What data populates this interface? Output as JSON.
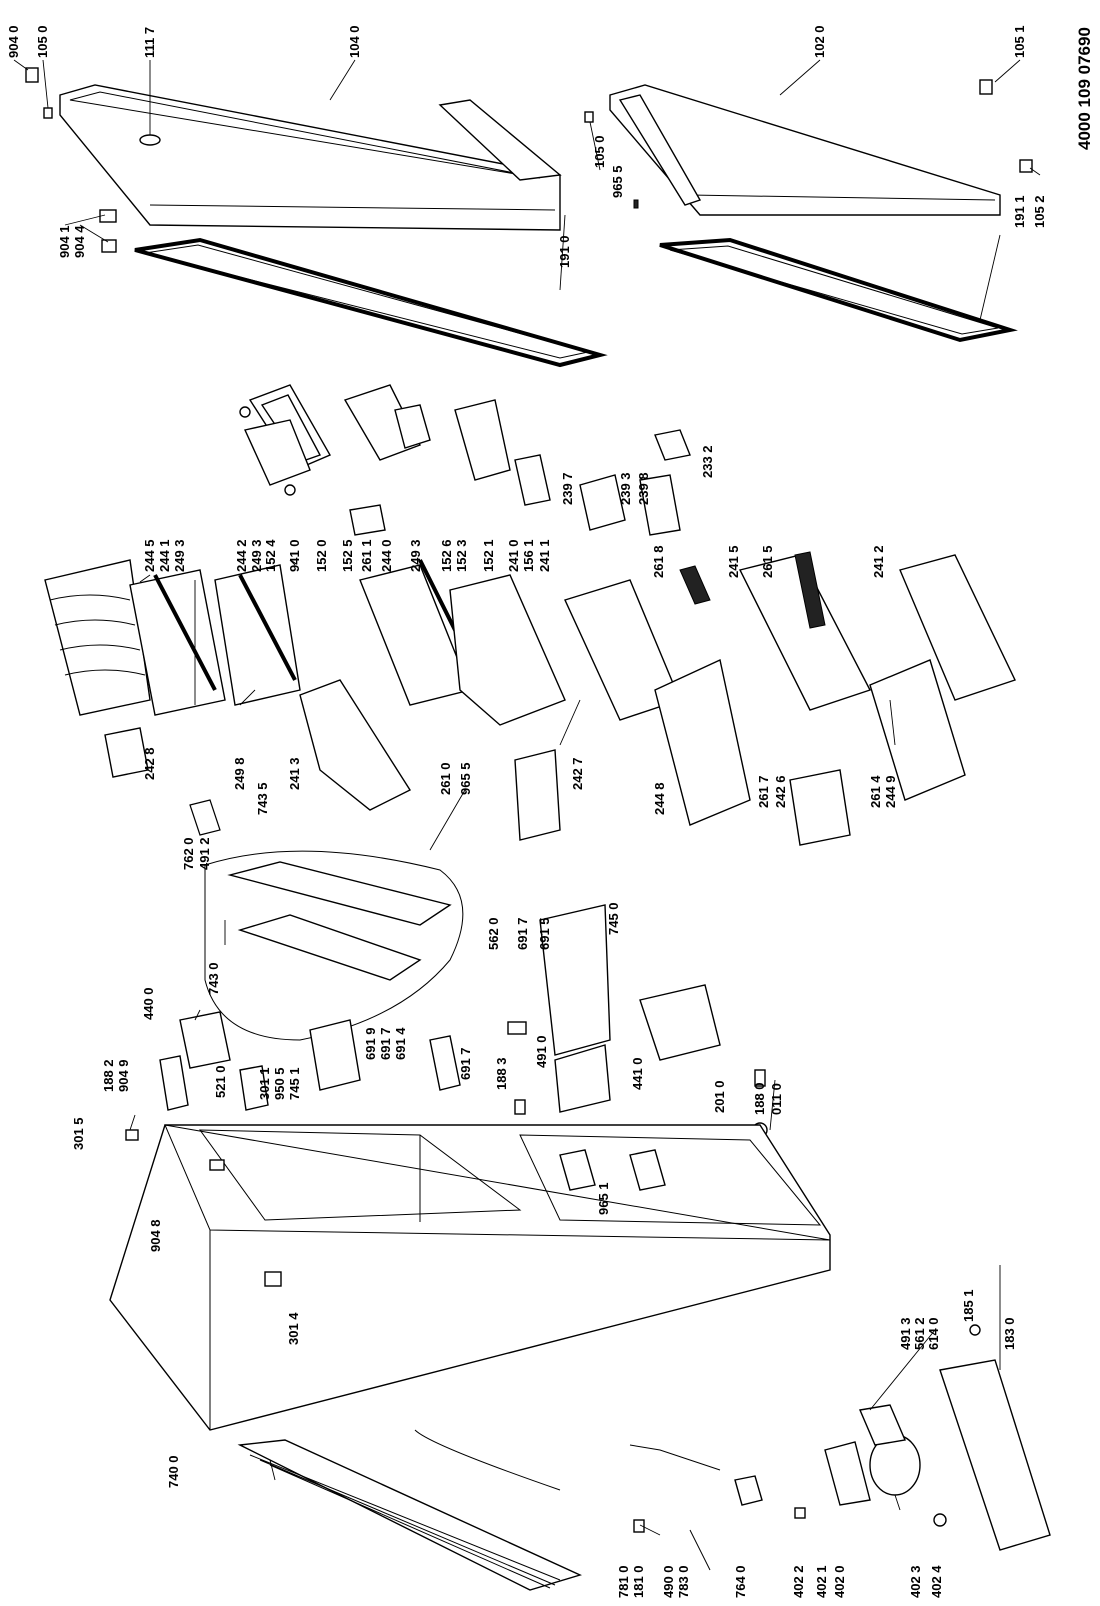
{
  "document_number": "4000 109 07690",
  "labels": {
    "p904_0": "904 0",
    "p105_0a": "105 0",
    "p111_7": "111 7",
    "p104_0": "104 0",
    "p102_0": "102 0",
    "p105_1": "105 1",
    "p105_0b": "105 0",
    "p965_5a": "965 5",
    "p191_1": "191 1",
    "p105_2": "105 2",
    "p904_1": "904 1",
    "p904_4": "904 4",
    "p191_0": "191 0",
    "p244_5": "244 5",
    "p244_1": "244 1",
    "p249_3a": "249 3",
    "p244_2": "244 2",
    "p249_3b": "249 3",
    "p152_4": "152 4",
    "p941_0": "941 0",
    "p152_0": "152 0",
    "p152_5": "152 5",
    "p261_1": "261 1",
    "p244_0": "244 0",
    "p249_3c": "249 3",
    "p152_6": "152 6",
    "p152_3": "152 3",
    "p152_1": "152 1",
    "p241_0": "241 0",
    "p156_1": "156 1",
    "p241_1": "241 1",
    "p239_7": "239 7",
    "p239_3": "239 3",
    "p239_8": "239 8",
    "p233_2": "233 2",
    "p261_8": "261 8",
    "p241_5": "241 5",
    "p261_5": "261 5",
    "p241_2": "241 2",
    "p242_8": "242 8",
    "p249_8": "249 8",
    "p241_3": "241 3",
    "p743_5": "743 5",
    "p261_0": "261 0",
    "p965_5b": "965 5",
    "p242_7": "242 7",
    "p244_8": "244 8",
    "p261_7": "261 7",
    "p242_6": "242 6",
    "p261_4": "261 4",
    "p244_9": "244 9",
    "p762_0": "762 0",
    "p491_2": "491 2",
    "p743_0": "743 0",
    "p562_0": "562 0",
    "p691_7a": "691 7",
    "p691_5": "691 5",
    "p745_0": "745 0",
    "p440_0": "440 0",
    "p188_2": "188 2",
    "p904_9": "904 9",
    "p521_0": "521 0",
    "p301_1": "301 1",
    "p950_5": "950 5",
    "p745_1": "745 1",
    "p691_9": "691 9",
    "p691_7b": "691 7",
    "p691_4": "691 4",
    "p691_7c": "691 7",
    "p188_3": "188 3",
    "p491_0": "491 0",
    "p441_0": "441 0",
    "p201_0": "201 0",
    "p301_5": "301 5",
    "p188_0": "188 0",
    "p011_0": "011 0",
    "p904_8": "904 8",
    "p965_1": "965 1",
    "p301_4": "301 4",
    "p491_3": "491 3",
    "p561_2": "561 2",
    "p614_0": "614 0",
    "p185_1": "185 1",
    "p183_0": "183 0",
    "p740_0": "740 0",
    "p781_0": "781 0",
    "p181_0": "181 0",
    "p490_0": "490 0",
    "p783_0": "783 0",
    "p764_0": "764 0",
    "p402_2": "402 2",
    "p402_1": "402 1",
    "p402_0": "402 0",
    "p402_3": "402 3",
    "p402_4": "402 4"
  }
}
